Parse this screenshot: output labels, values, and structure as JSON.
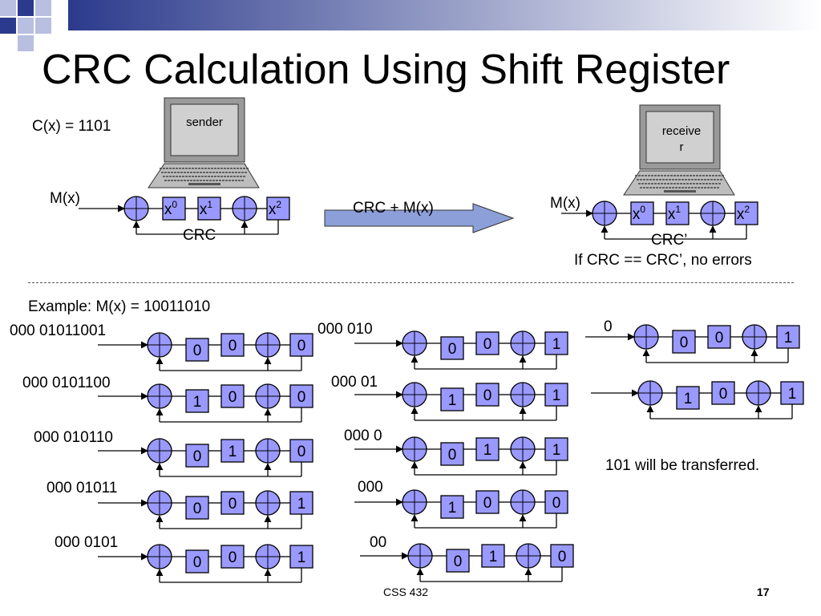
{
  "slide": {
    "title": "CRC Calculation Using Shift Register",
    "footer": "CSS 432",
    "page_number": "17"
  },
  "top": {
    "polynomial": "C(x) = 1101",
    "sender_label": "sender",
    "receiver_label_line1": "receive",
    "receiver_label_line2": "r",
    "sender_input": "M(x)",
    "receiver_input": "M(x)",
    "transfer_label": "CRC + M(x)",
    "sender_crc_label": "CRC",
    "receiver_crc_label": "CRC’",
    "check_note": "If CRC == CRC’, no errors",
    "register_labels": [
      "x",
      "x",
      "x"
    ],
    "register_powers": [
      "0",
      "1",
      "2"
    ]
  },
  "example": {
    "heading": "Example: M(x) = 10011010",
    "result": "101 will be transferred.",
    "steps": [
      {
        "input": "000 01011001",
        "regs": [
          "0",
          "0",
          "0"
        ]
      },
      {
        "input": "000 0101100",
        "regs": [
          "1",
          "0",
          "0"
        ]
      },
      {
        "input": "000 010110",
        "regs": [
          "0",
          "1",
          "0"
        ]
      },
      {
        "input": "000 01011",
        "regs": [
          "0",
          "0",
          "1"
        ]
      },
      {
        "input": "000 0101",
        "regs": [
          "0",
          "0",
          "1"
        ]
      },
      {
        "input": "000 010",
        "regs": [
          "0",
          "0",
          "1"
        ]
      },
      {
        "input": "000 01",
        "regs": [
          "1",
          "0",
          "1"
        ]
      },
      {
        "input": "000 0",
        "regs": [
          "0",
          "1",
          "1"
        ]
      },
      {
        "input": "000",
        "regs": [
          "1",
          "0",
          "0"
        ]
      },
      {
        "input": "00",
        "regs": [
          "0",
          "1",
          "0"
        ]
      },
      {
        "input": "0",
        "regs": [
          "0",
          "0",
          "1"
        ]
      },
      {
        "input": "",
        "regs": [
          "1",
          "0",
          "1"
        ]
      }
    ]
  },
  "colors": {
    "box_fill": "#9999ff",
    "circle_fill": "#9999ff",
    "arrow_fill": "#8c9fd8",
    "logo_blue": "#2b3a8c",
    "logo_gray": "#b8bfe0",
    "monitor_gray": "#9a9a9a"
  }
}
